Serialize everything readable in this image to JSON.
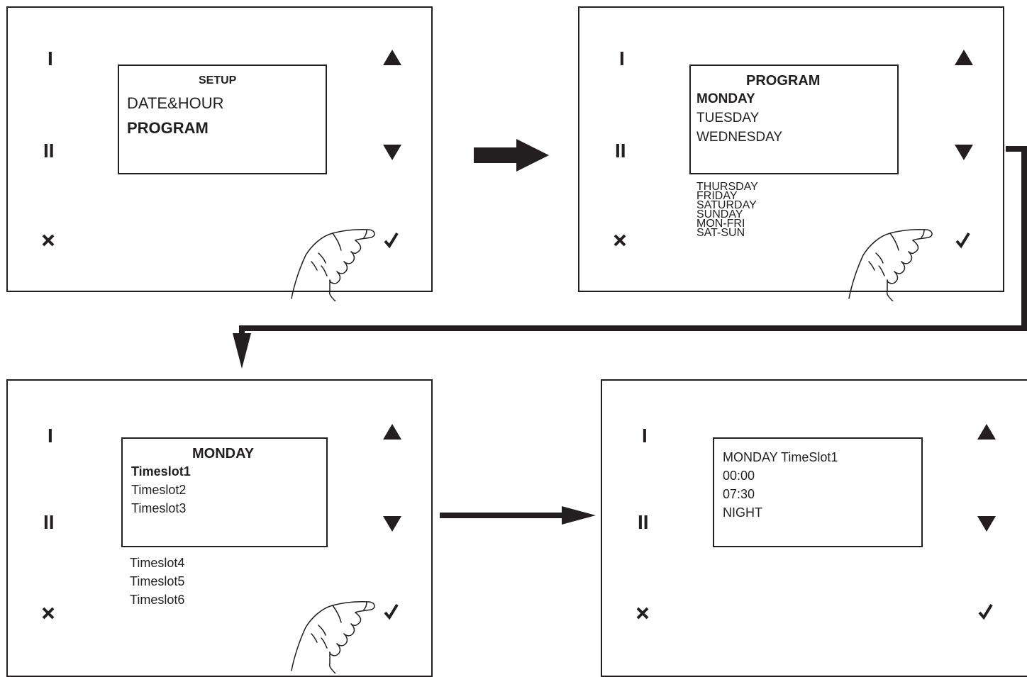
{
  "buttons": {
    "one": "I",
    "two": "II"
  },
  "icons": [
    "up-triangle-icon",
    "down-triangle-icon",
    "close-x-icon",
    "checkmark-icon",
    "hand-press-icon",
    "flow-arrow-icon"
  ],
  "panel1": {
    "title": "SETUP",
    "items": [
      "DATE&HOUR",
      "PROGRAM"
    ]
  },
  "panel2": {
    "title": "PROGRAM",
    "items": [
      "MONDAY",
      "TUESDAY",
      "WEDNESDAY"
    ],
    "more": [
      "THURSDAY",
      "FRIDAY",
      "SATURDAY",
      "SUNDAY",
      "MON-FRI",
      "SAT-SUN"
    ]
  },
  "panel3": {
    "title": "MONDAY",
    "items": [
      "Timeslot1",
      "Timeslot2",
      "Timeslot3"
    ],
    "more": [
      "Timeslot4",
      "Timeslot5",
      "Timeslot6"
    ]
  },
  "panel4": {
    "lines": [
      "MONDAY TimeSlot1",
      "00:00",
      "07:30",
      "NIGHT"
    ]
  }
}
